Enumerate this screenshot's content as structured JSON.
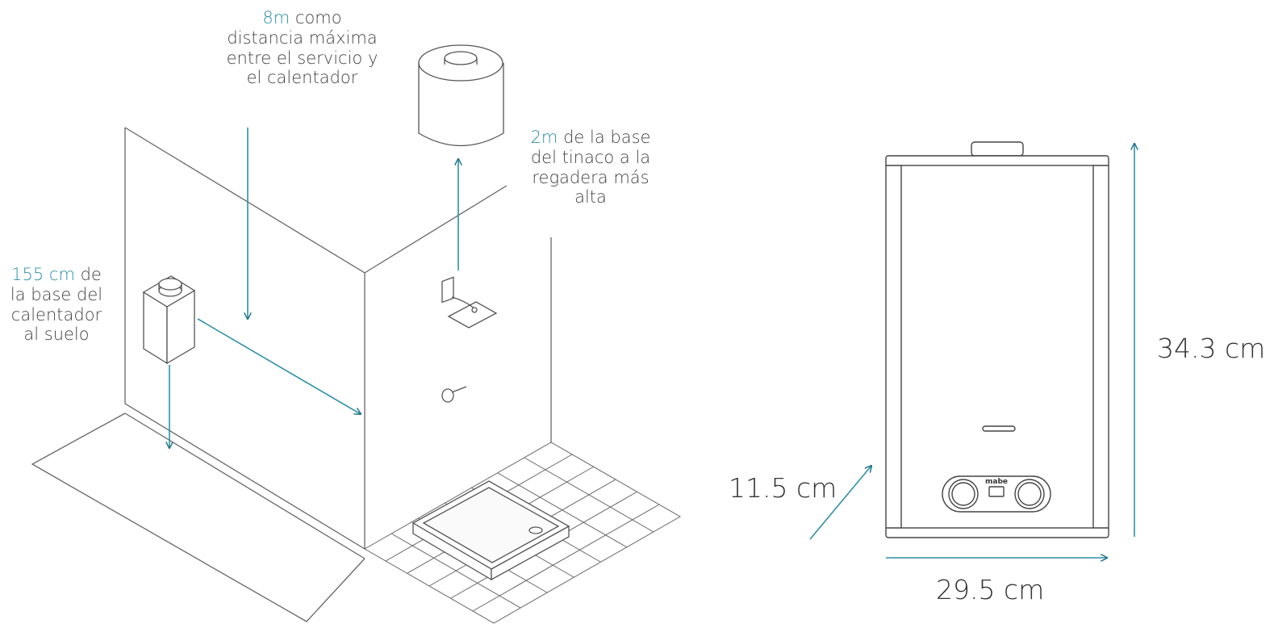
{
  "colors": {
    "accent": "#2e8fa8",
    "line": "#555555",
    "text": "#444444"
  },
  "notes": {
    "max_distance": {
      "highlight": "8m",
      "rest_1": " como",
      "line_2": "distancia máxima",
      "line_3": "entre el servicio y",
      "line_4": "el calentador"
    },
    "tank_height": {
      "highlight": "2m",
      "rest_1": " de la base",
      "line_2": "del tinaco a la",
      "line_3": "regadera más",
      "line_4": "alta"
    },
    "heater_height": {
      "highlight": "155 cm",
      "rest_1": " de",
      "line_2": "la base del",
      "line_3": "calentador",
      "line_4": "al suelo"
    }
  },
  "dimensions": {
    "height": "34.3 cm",
    "width": "29.5 cm",
    "depth": "11.5 cm"
  },
  "product": {
    "brand": "mabe"
  }
}
